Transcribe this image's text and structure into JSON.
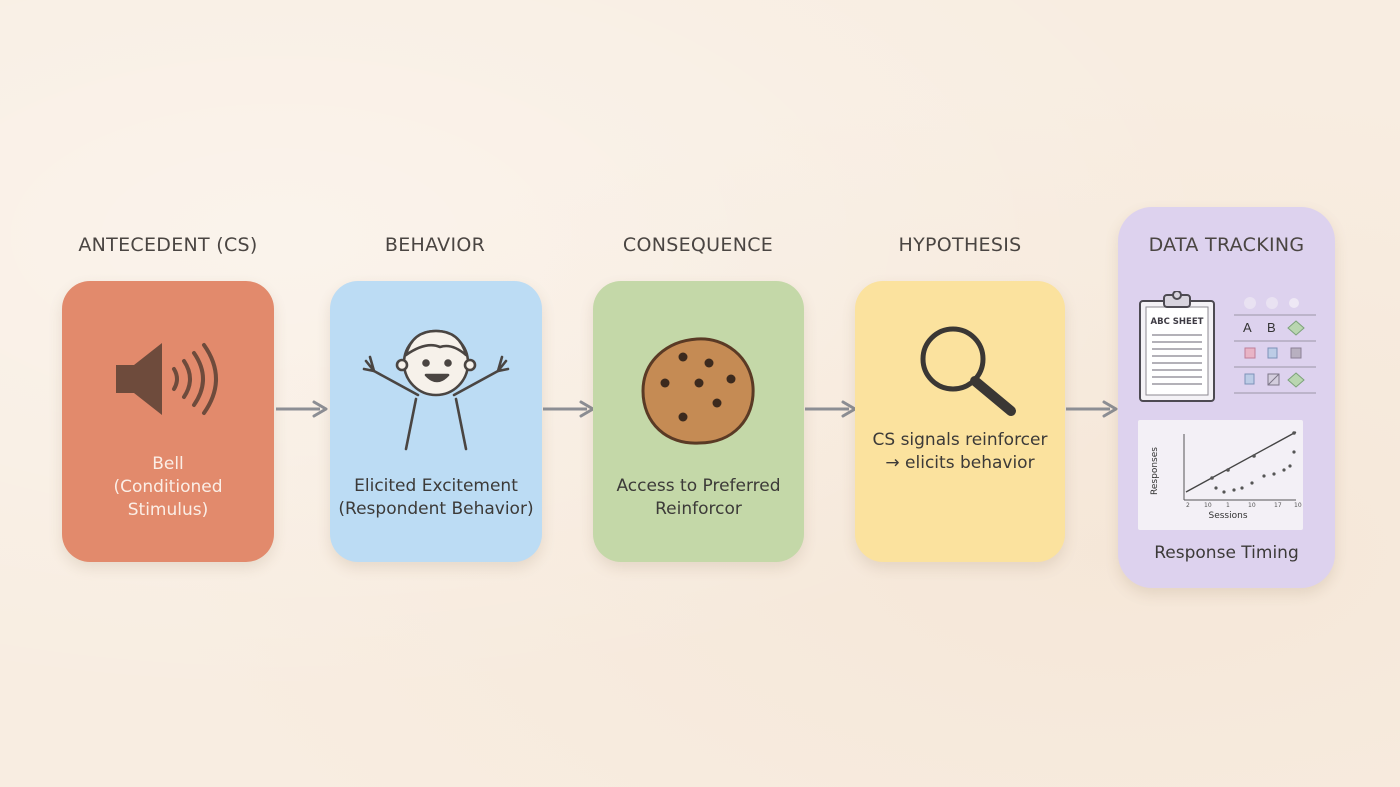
{
  "steps": [
    {
      "heading": "ANTECEDENT (CS)",
      "lines": [
        "Bell",
        "(Conditioned",
        "Stimulus)"
      ],
      "color": "#e28a6c",
      "icon": "speaker-icon"
    },
    {
      "heading": "BEHAVIOR",
      "lines": [
        "Elicited Excitement",
        "(Respondent Behavior)"
      ],
      "color": "#bcdcf4",
      "icon": "child-icon"
    },
    {
      "heading": "CONSEQUENCE",
      "lines": [
        "Access to Preferred",
        "Reinforcor"
      ],
      "color": "#c4d8a8",
      "icon": "cookie-icon"
    },
    {
      "heading": "HYPOTHESIS",
      "lines": [
        "CS signals reinforcer",
        "→ elicits behavior"
      ],
      "color": "#fbe29e",
      "icon": "magnifier-icon"
    }
  ],
  "tracking": {
    "heading": "DATA TRACKING",
    "sheet_label": "ABC SHEET",
    "grid_letters": [
      "A",
      "B"
    ],
    "chart_ylabel": "Responses",
    "chart_xlabel": "Sessions",
    "chart_ticks": [
      "2",
      "10",
      "1",
      "10",
      "17",
      "10"
    ],
    "caption": "Response Timing",
    "color": "#ddd2ee"
  }
}
